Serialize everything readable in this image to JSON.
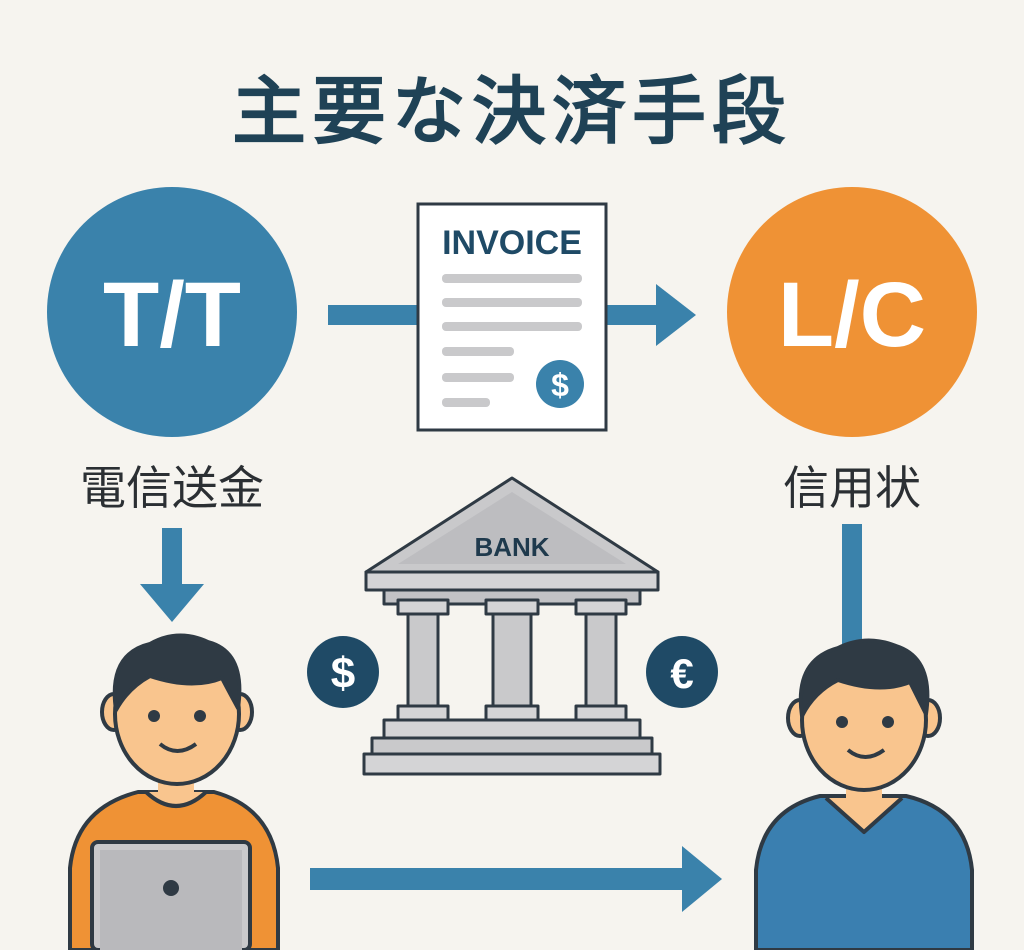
{
  "title": "主要な決済手段",
  "methods": {
    "tt": {
      "abbr": "T/T",
      "label": "電信送金",
      "color": "#3a82ab"
    },
    "lc": {
      "abbr": "L/C",
      "label": "信用状",
      "color": "#ef9235"
    }
  },
  "invoice": {
    "heading": "INVOICE",
    "symbol": "$"
  },
  "bank": {
    "label": "BANK",
    "left_symbol": "$",
    "right_symbol": "€"
  },
  "colors": {
    "arrow": "#3a82ab",
    "outline": "#2f3a44",
    "navy_badge": "#1f4a66",
    "buyer_shirt": "#ef9235",
    "seller_shirt": "#3a7fb0",
    "skin": "#f9c58e",
    "hair": "#2f3a44",
    "bank_stone": "#c9c9cb"
  }
}
